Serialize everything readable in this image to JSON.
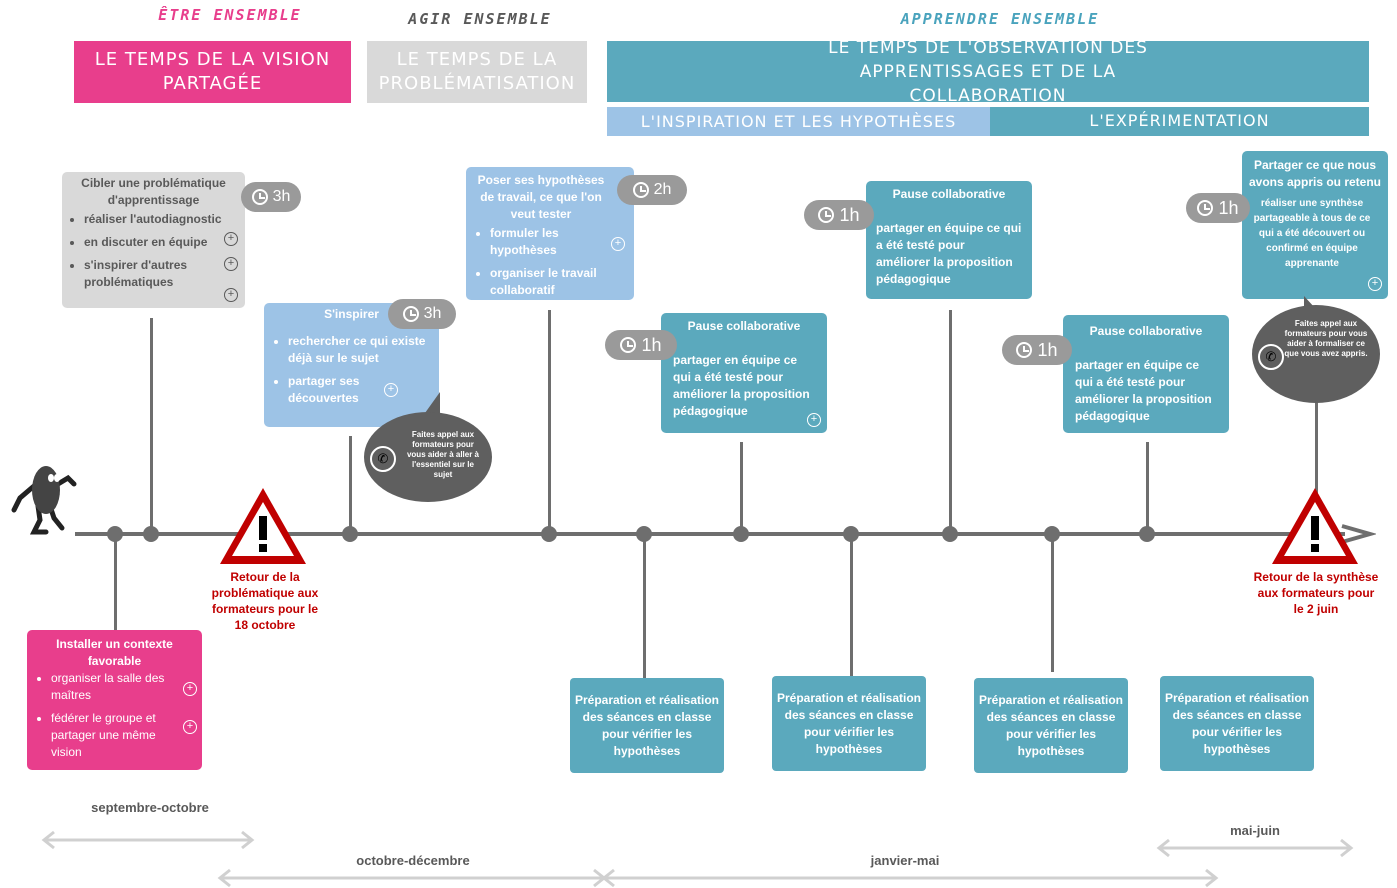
{
  "phases": {
    "etre": "ÊTRE ENSEMBLE",
    "agir": "AGIR ENSEMBLE",
    "apprendre": "APPRENDRE ENSEMBLE"
  },
  "headers": {
    "vision": "LE TEMPS DE LA VISION PARTAGÉE",
    "problematisation": "LE TEMPS DE LA PROBLÉMATISATION",
    "observation": "LE TEMPS DE L'OBSERVATION DES APPRENTISSAGES ET DE LA COLLABORATION",
    "inspiration": "L'INSPIRATION ET LES HYPOTHÈSES",
    "experimentation": "L'EXPÉRIMENTATION"
  },
  "cards": {
    "cibler": {
      "title": "Cibler une problématique d'apprentissage",
      "items": [
        "réaliser l'autodiagnostic",
        "en discuter en équipe",
        "s'inspirer d'autres problématiques"
      ],
      "duration": "3h"
    },
    "sinspirer": {
      "title": "S'inspirer",
      "items": [
        "rechercher ce qui existe déjà sur le sujet",
        "partager ses découvertes"
      ],
      "duration": "3h"
    },
    "poser": {
      "title": "Poser ses hypothèses de travail, ce que l'on veut tester",
      "items": [
        "formuler les hypothèses",
        "organiser le travail collaboratif"
      ],
      "duration": "2h"
    },
    "pause1": {
      "title": "Pause collaborative",
      "text": "partager en équipe ce qui a été testé pour améliorer la proposition pédagogique",
      "duration": "1h"
    },
    "pause2": {
      "title": "Pause collaborative",
      "text": "partager en équipe ce qui a été testé pour améliorer la proposition pédagogique",
      "duration": "1h"
    },
    "pause3": {
      "title": "Pause collaborative",
      "text": "partager en équipe ce qui a été testé pour améliorer la proposition pédagogique",
      "duration": "1h"
    },
    "partager": {
      "title": "Partager ce que nous avons appris ou retenu",
      "text": "réaliser une synthèse partageable à tous de ce qui a été découvert ou confirmé en équipe apprenante",
      "duration": "1h"
    },
    "installer": {
      "title": "Installer un contexte favorable",
      "items": [
        "organiser la salle des maîtres",
        "fédérer le groupe et partager une même vision"
      ]
    }
  },
  "bubbles": {
    "b1": "Faites appel aux formateurs pour vous aider à aller à l'essentiel sur le sujet",
    "b2": "Faites appel aux formateurs pour vous aider à formaliser ce que vous avez appris."
  },
  "warnings": {
    "w1": "Retour de la problématique aux formateurs pour le 18 octobre",
    "w2": "Retour de la synthèse aux formateurs pour le 2 juin"
  },
  "prep": "Préparation et réalisation des séances en classe pour vérifier les hypothèses",
  "periods": {
    "p1": "septembre-octobre",
    "p2": "octobre-décembre",
    "p3": "janvier-mai",
    "p4": "mai-juin"
  }
}
